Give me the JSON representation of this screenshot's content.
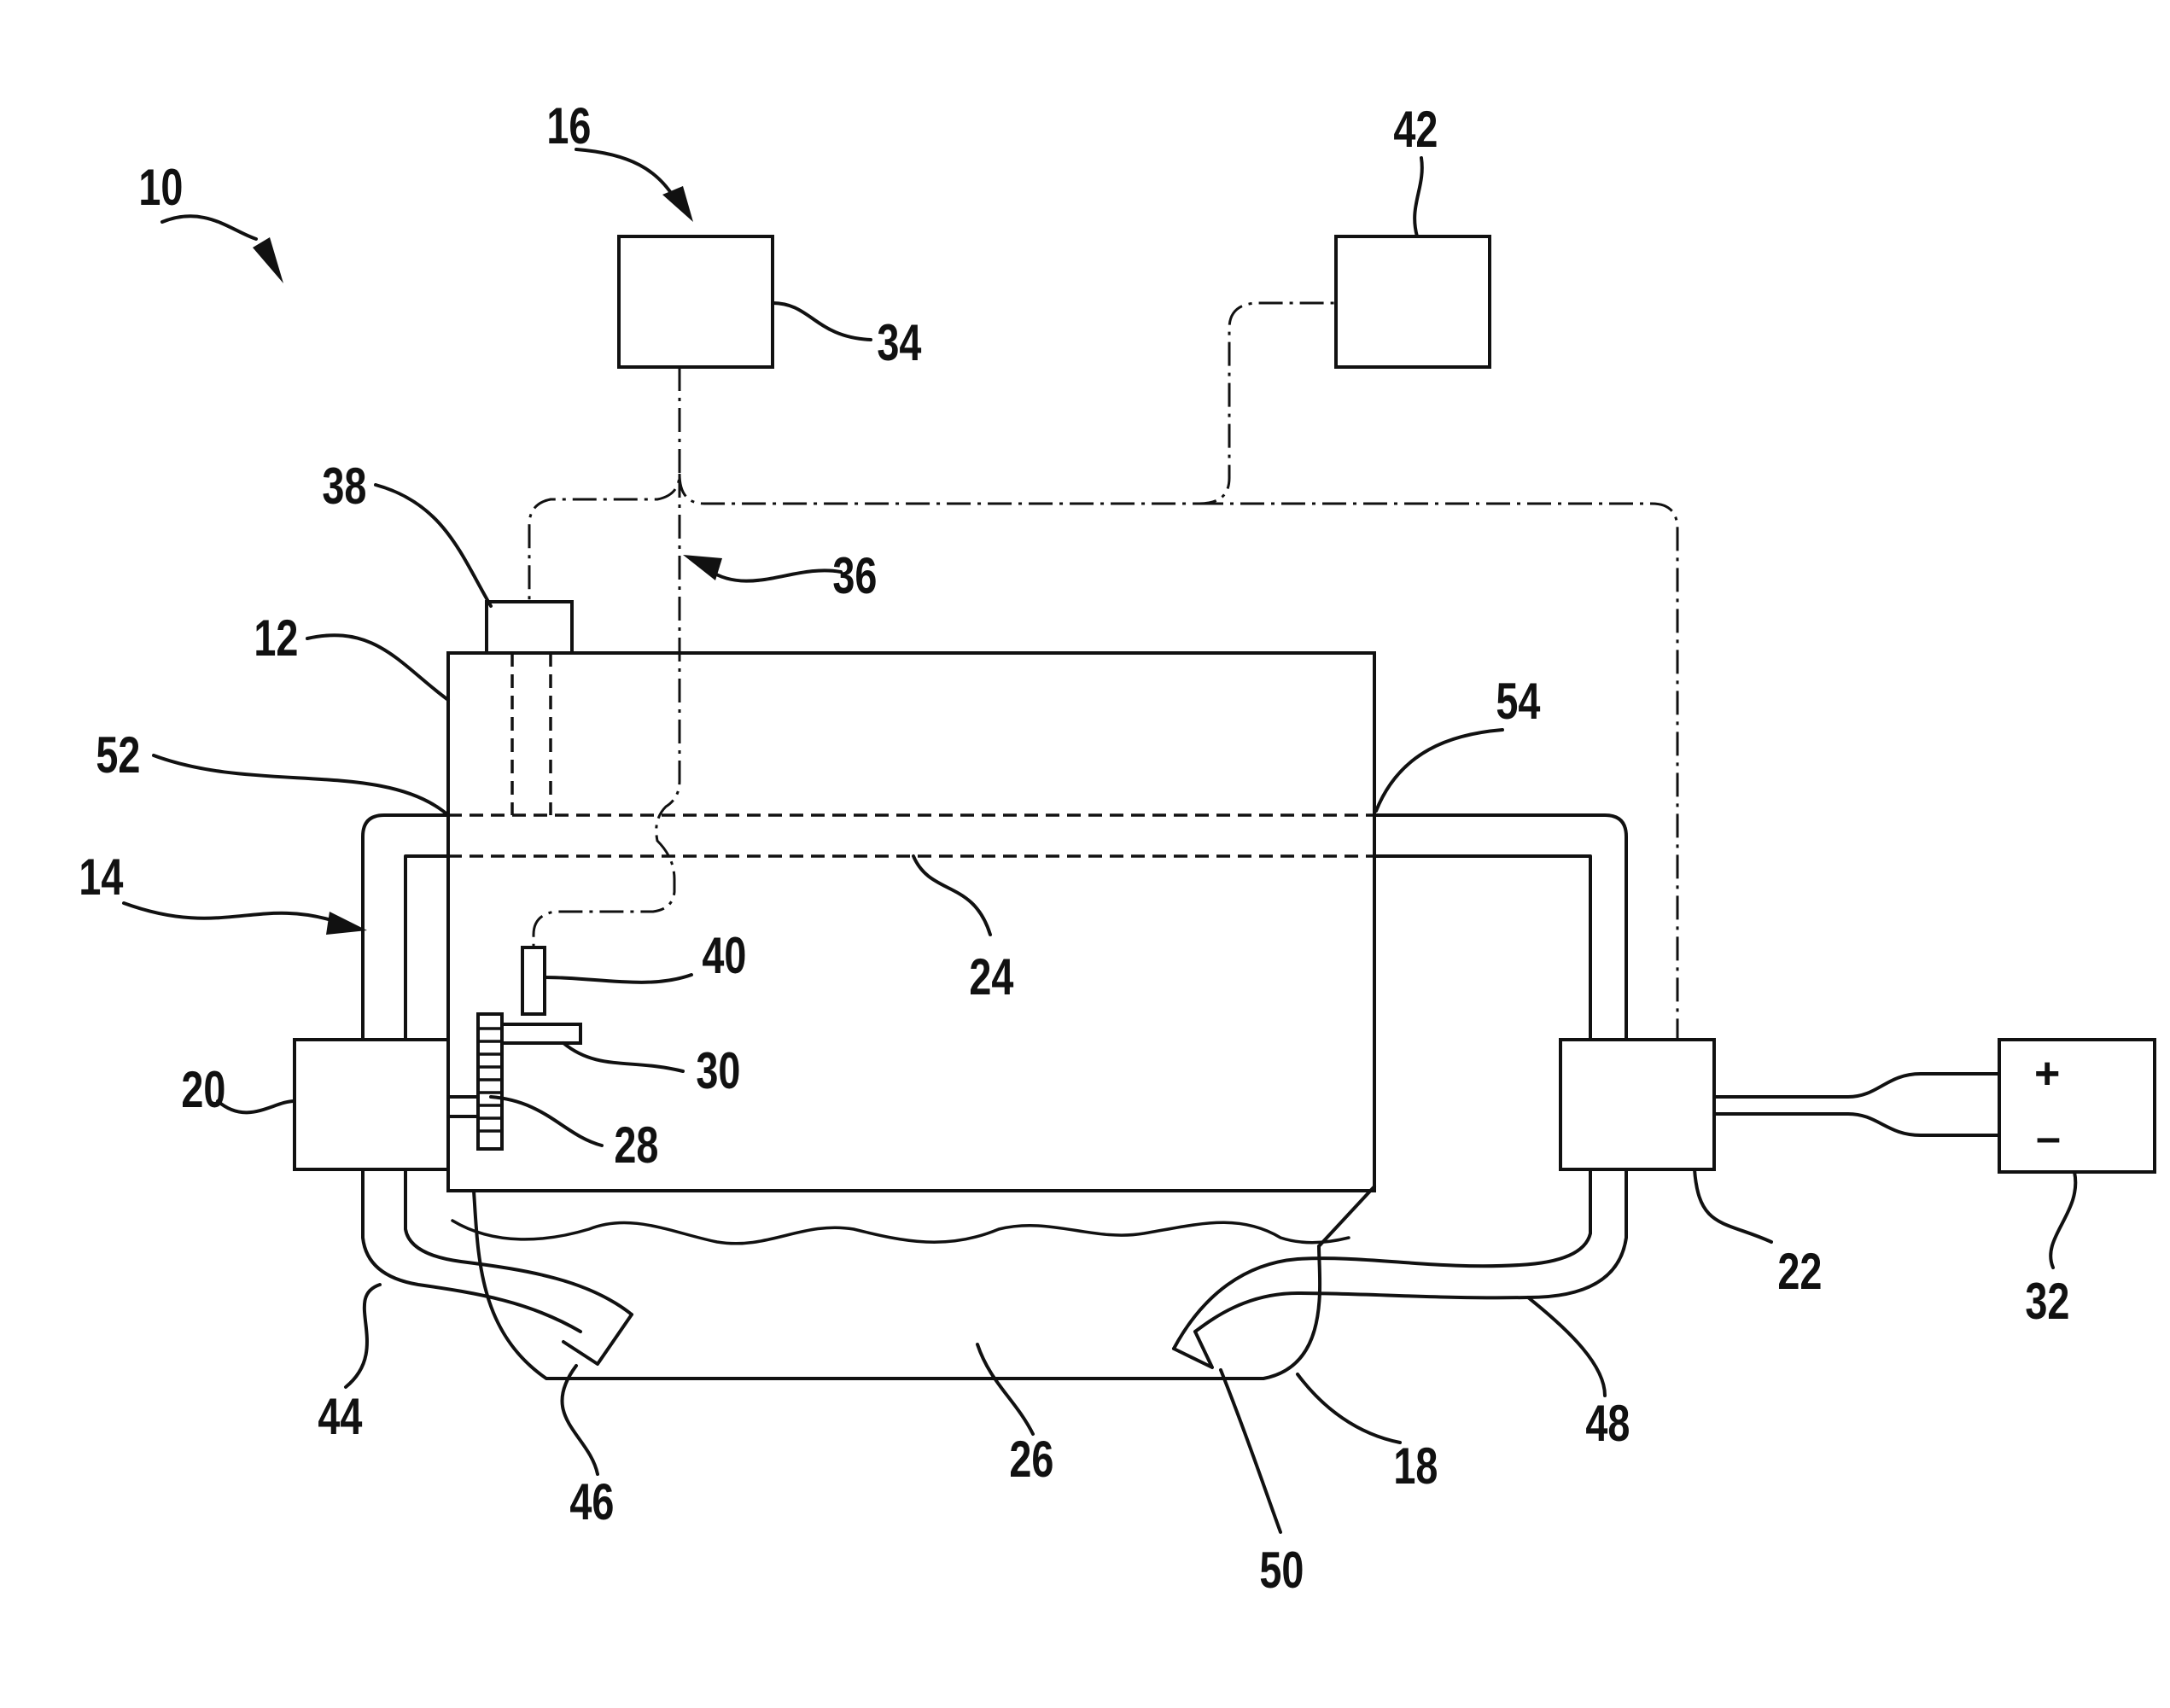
{
  "figure": {
    "labels": {
      "l10": "10",
      "l12": "12",
      "l14": "14",
      "l16": "16",
      "l18": "18",
      "l20": "20",
      "l22": "22",
      "l24": "24",
      "l26": "26",
      "l28": "28",
      "l30": "30",
      "l32": "32",
      "l34": "34",
      "l36": "36",
      "l38": "38",
      "l40": "40",
      "l42": "42",
      "l44": "44",
      "l46": "46",
      "l48": "48",
      "l50": "50",
      "l52": "52",
      "l54": "54"
    },
    "battery": {
      "plus": "+",
      "minus": "–"
    },
    "line_color": "#111111",
    "background": "#ffffff"
  }
}
